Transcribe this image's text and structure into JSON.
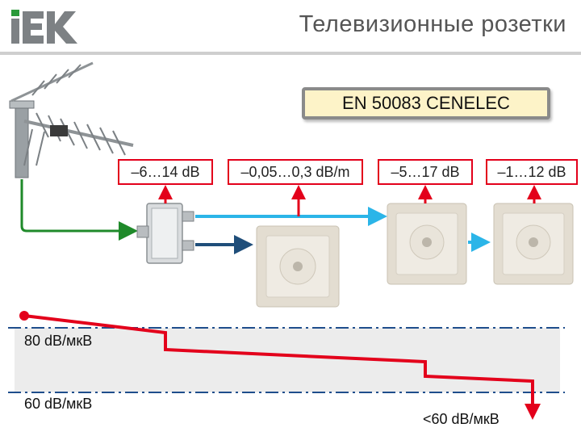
{
  "header": {
    "logo_text": "IEK",
    "title": "Телевизионные розетки"
  },
  "standard": {
    "label": "EN 50083 CENELEC"
  },
  "losses": [
    {
      "label": "–6…14 dB"
    },
    {
      "label": "–0,05…0,3 dB/m"
    },
    {
      "label": "–5…17 dB"
    },
    {
      "label": "–1…12 dB"
    }
  ],
  "levels": {
    "upper": "80 dB/мкВ",
    "lower": "60 dB/мкВ",
    "end": "<60 dB/мкВ"
  },
  "colors": {
    "logo_green": "#2a9a3a",
    "logo_grey": "#7d8184",
    "accent_red": "#e3001b",
    "antenna_line": "#1f8a2a",
    "cable_cyan": "#2bb5e8",
    "cable_navy": "#1f4e7a",
    "band_fill": "#ececec",
    "dash_line": "#1f4e8c"
  }
}
